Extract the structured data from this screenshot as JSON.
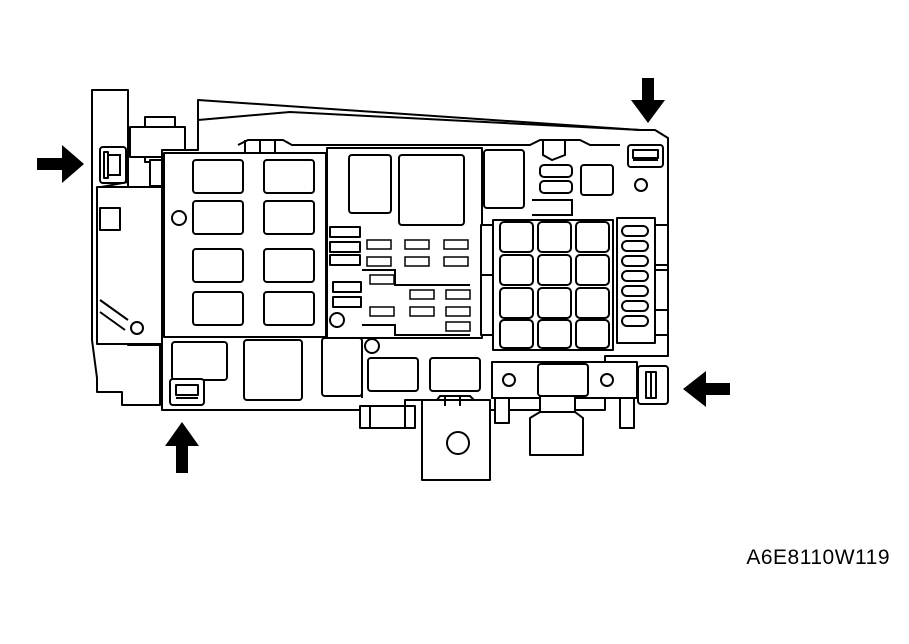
{
  "figure": {
    "code": "A6E8110W119",
    "line_color": "#000000",
    "background": "#ffffff",
    "arrow_count": 4,
    "arrows": [
      {
        "name": "left",
        "points": "right"
      },
      {
        "name": "top-right",
        "points": "down"
      },
      {
        "name": "bottom-left",
        "points": "up"
      },
      {
        "name": "right",
        "points": "left"
      }
    ]
  }
}
